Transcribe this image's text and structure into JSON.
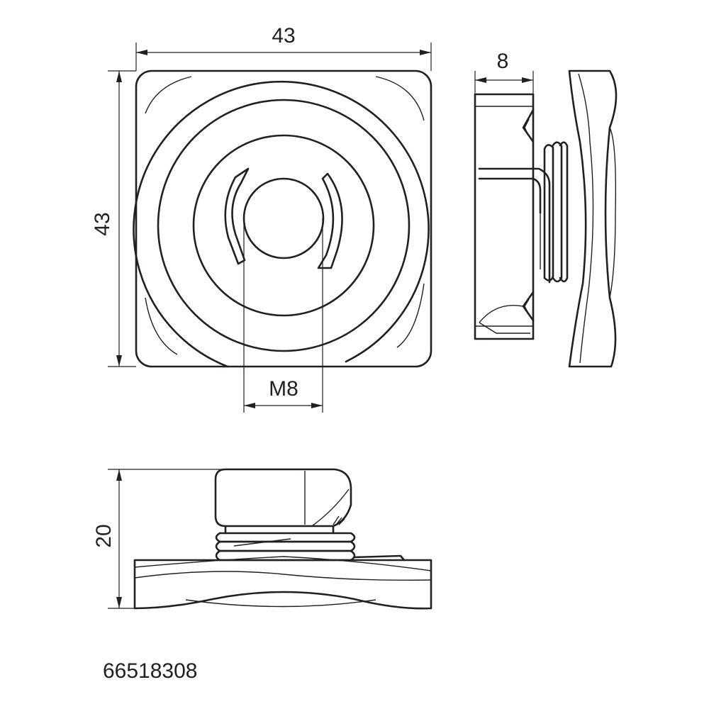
{
  "dimensions": {
    "front_width": "43",
    "front_height": "43",
    "thread": "M8",
    "side_thickness": "8",
    "bottom_height": "20"
  },
  "part_number": "66518308"
}
